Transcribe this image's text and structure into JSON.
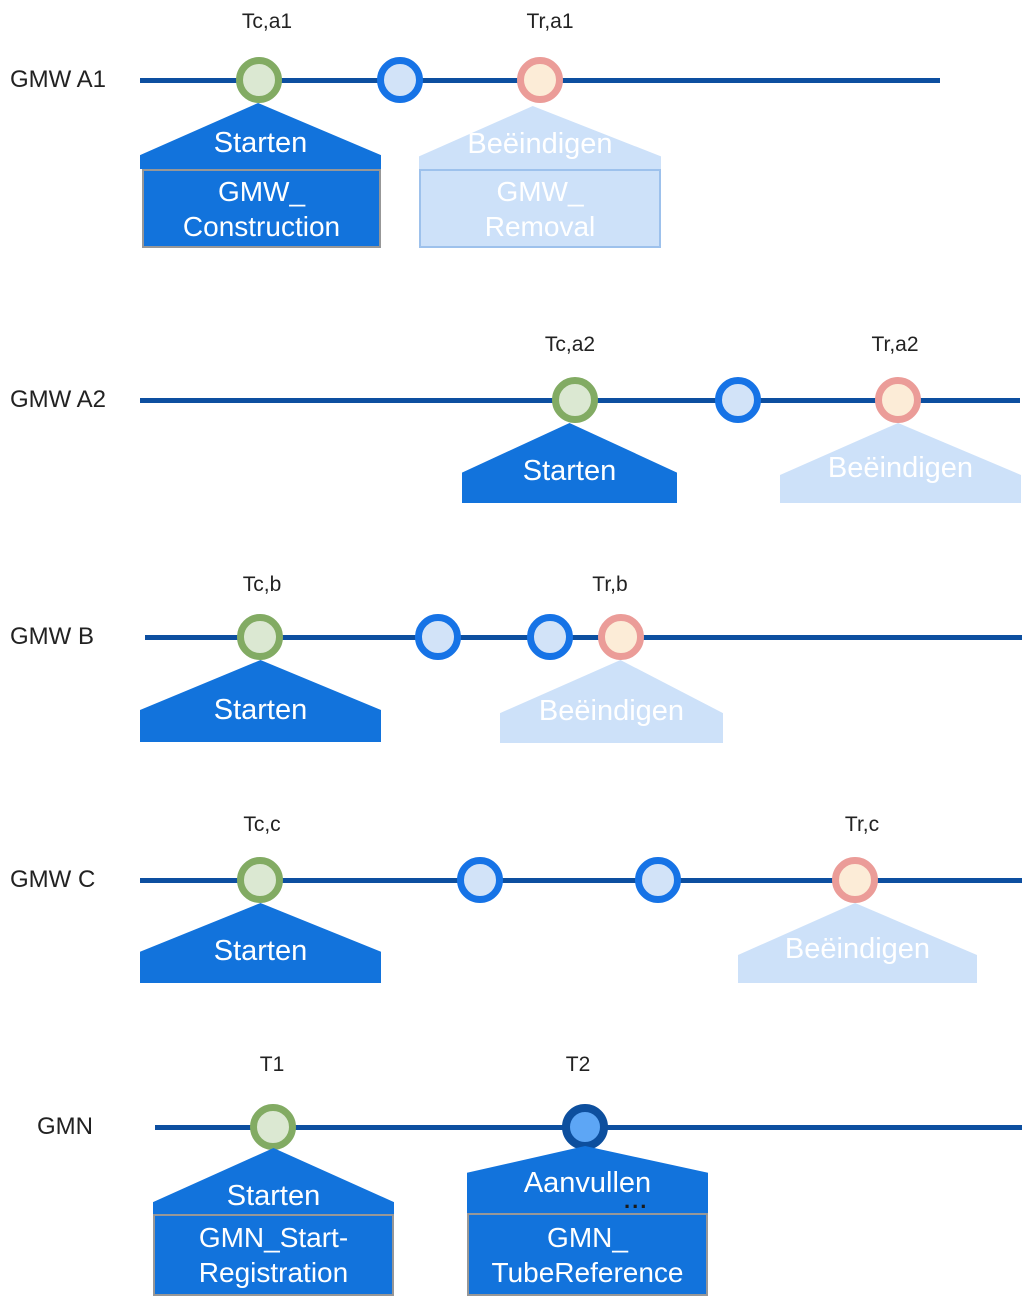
{
  "colors": {
    "timeline": "#0d4fa0",
    "green_stroke": "#82ab63",
    "green_fill": "#dbe8d2",
    "blue_stroke": "#1673e6",
    "blue_fill": "#d2e3f8",
    "pink_stroke": "#eb9c98",
    "pink_fill": "#fcecd7",
    "navy_stroke": "#0d4f9e",
    "navy_fill": "#5da6f5",
    "banner_dark": "#1273dc",
    "banner_light": "#cde1f9",
    "box_dark_border": "#979797",
    "box_light_border": "#9dc1ec",
    "label_text": "#222222",
    "banner_text": "#ffffff"
  },
  "rows": [
    {
      "label": "GMW A1",
      "markers": [
        {
          "text": "Tc,a1"
        },
        {
          "text": "Tr,a1"
        }
      ],
      "banners": [
        {
          "label": "Starten"
        },
        {
          "label": "Beëindigen"
        }
      ],
      "boxes": [
        {
          "line1": "GMW_",
          "line2": "Construction"
        },
        {
          "line1": "GMW_",
          "line2": "Removal"
        }
      ]
    },
    {
      "label": "GMW A2",
      "markers": [
        {
          "text": "Tc,a2"
        },
        {
          "text": "Tr,a2"
        }
      ],
      "banners": [
        {
          "label": "Starten"
        },
        {
          "label": "Beëindigen"
        }
      ]
    },
    {
      "label": "GMW B",
      "markers": [
        {
          "text": "Tc,b"
        },
        {
          "text": "Tr,b"
        }
      ],
      "banners": [
        {
          "label": "Starten"
        },
        {
          "label": "Beëindigen"
        }
      ]
    },
    {
      "label": "GMW C",
      "markers": [
        {
          "text": "Tc,c"
        },
        {
          "text": "Tr,c"
        }
      ],
      "banners": [
        {
          "label": "Starten"
        },
        {
          "label": "Beëindigen"
        }
      ]
    },
    {
      "label": "GMN",
      "markers": [
        {
          "text": "T1"
        },
        {
          "text": "T2"
        }
      ],
      "banners": [
        {
          "label": "Starten"
        },
        {
          "label": "Aanvullen"
        }
      ],
      "boxes": [
        {
          "line1": "GMN_Start-",
          "line2": "Registration"
        },
        {
          "line1": "GMN_",
          "line2": "TubeReference"
        }
      ],
      "ellipsis": "..."
    }
  ]
}
